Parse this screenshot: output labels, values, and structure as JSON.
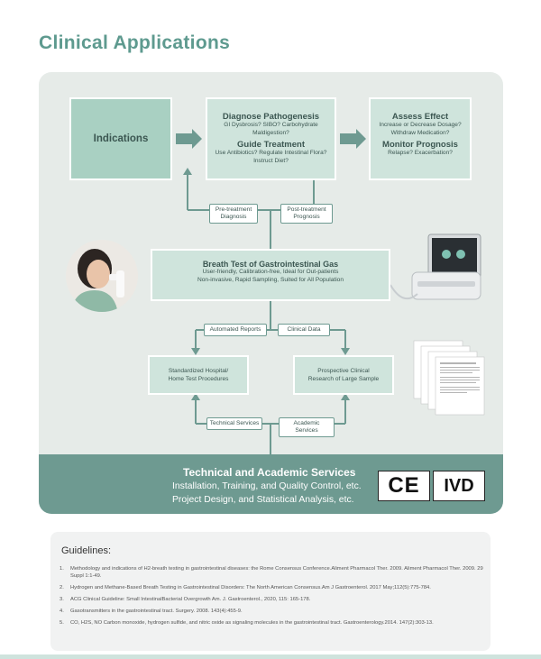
{
  "title": "Clinical Applications",
  "indications": "Indications",
  "diagnose": {
    "heading": "Diagnose Pathogenesis",
    "lines": [
      "GI Dysbrosis?  SIBO? Carbohydrate",
      "Maldigestion?"
    ],
    "heading2": "Guide Treatment",
    "lines2": [
      "Use Antibiotics? Regulate Intestinal Flora?",
      "Instruct Diet?"
    ]
  },
  "assess": {
    "heading": "Assess Effect",
    "lines": [
      "Increase or Decrease Dosage?",
      "Withdraw Medication?"
    ],
    "heading2": "Monitor Prognosis",
    "lines2": [
      "Relapse? Exacerbation?"
    ]
  },
  "tags": {
    "pre": [
      "Pre-treatment",
      "Diagnosis"
    ],
    "post": [
      "Post-treatment",
      "Prognosis"
    ],
    "reports": "Automated Reports",
    "clinical": "Clinical Data",
    "technical": "Technical Services",
    "academic": "Academic Services"
  },
  "breath": {
    "heading": "Breath Test of Gastrointestinal Gas",
    "lines": [
      "User-friendly, Calibration-free, Ideal for Out-patients",
      "Non-invasive, Rapid Sampling, Suited for All Population"
    ]
  },
  "standardized": [
    "Standardized Hospital/",
    "Home Test Procedures"
  ],
  "prospective": [
    "Prospective Clinical",
    "Research of Large Sample"
  ],
  "services": {
    "heading": "Technical and Academic Services",
    "line1": "Installation, Training, and Quality Control, etc.",
    "line2": "Project Design, and Statistical Analysis, etc."
  },
  "badges": {
    "ce": "CE",
    "ivd": "IVD"
  },
  "guidelines": {
    "heading": "Guidelines:",
    "refs": [
      {
        "n": "1.",
        "text": "Methodology and indications of H2-breath testing in gastrointestinal diseases: the Rome Consensus Conference.Aliment Pharmacol Ther. 2009. Aliment Pharmacol Ther. 2009. 29",
        "cont": "Suppl 1:1-49."
      },
      {
        "n": "2.",
        "text": "Hydrogen and Methane-Based Breath Testing in Gastrointestinal Disorders: The North American Consensus.Am J Gastroenterol. 2017 May;112(5):775-784."
      },
      {
        "n": "3.",
        "text": "ACG Clinical Guideline: Small IntestinalBacterial Overgrowth Am. J. Gastroenterol., 2020, 115: 165-178."
      },
      {
        "n": "4.",
        "text": "Gasotransmitters in the gastrointestinal tract. Surgery. 2008. 143(4):455-9."
      },
      {
        "n": "5.",
        "text": "CO, H2S, NO Carbon monoxide, hydrogen sulfide, and nitric oxide as signaling molecules in the gastrointestinal tract. Gastroenterology.2014. 147(2):303-13."
      }
    ]
  },
  "colors": {
    "accent": "#5e9a8f",
    "panel": "#e6ebe8",
    "box": "#cfe4dc",
    "band": "#6e9a91"
  }
}
